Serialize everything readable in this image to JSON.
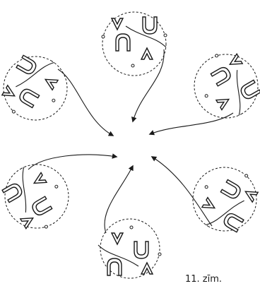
{
  "figure": {
    "caption": "11. zīm."
  },
  "colors": {
    "ink": "#1a1a1a",
    "paper": "#ffffff"
  },
  "figures": [
    {
      "name": "figure-top",
      "rotation_deg": 0
    },
    {
      "name": "figure-upper-right",
      "rotation_deg": 60
    },
    {
      "name": "figure-lower-right",
      "rotation_deg": 120
    },
    {
      "name": "figure-bottom",
      "rotation_deg": 180
    },
    {
      "name": "figure-lower-left",
      "rotation_deg": 240
    },
    {
      "name": "figure-upper-left",
      "rotation_deg": 300
    }
  ]
}
